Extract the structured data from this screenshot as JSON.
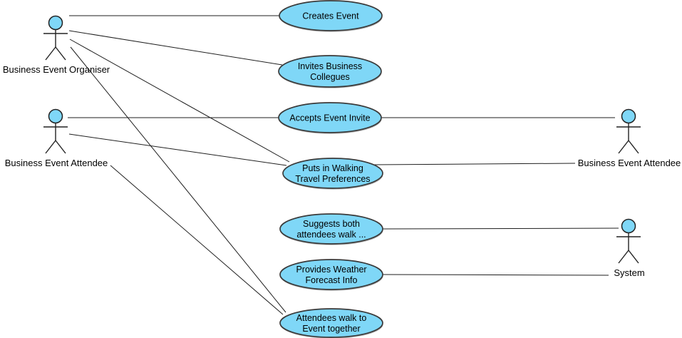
{
  "diagram": {
    "kind": "uml-use-case-diagram",
    "palette": {
      "node_fill": "#7fd7f7",
      "node_stroke": "#3a3a3a",
      "connector_color": "#1f1f1f",
      "text_color": "#000000",
      "background": "#ffffff"
    },
    "actors": [
      {
        "id": "business-event-organiser",
        "label": "Business Event Organiser"
      },
      {
        "id": "business-event-attendee-left",
        "label": "Business Event Attendee"
      },
      {
        "id": "business-event-attendee-right",
        "label": "Business Event Attendee"
      },
      {
        "id": "system",
        "label": "System"
      }
    ],
    "use_cases": [
      {
        "id": "creates-event",
        "lines": [
          "Creates Event"
        ]
      },
      {
        "id": "invites-business-collegues",
        "lines": [
          "Invites Business",
          "Collegues"
        ]
      },
      {
        "id": "accepts-event-invite",
        "lines": [
          "Accepts Event Invite"
        ]
      },
      {
        "id": "puts-in-walking-travel-preferences",
        "lines": [
          "Puts in Walking",
          "Travel Preferences"
        ]
      },
      {
        "id": "suggests-both-attendees-walk",
        "lines": [
          "Suggests both",
          "attendees walk ..."
        ]
      },
      {
        "id": "provides-weather-forecast-info",
        "lines": [
          "Provides Weather",
          "Forecast Info"
        ]
      },
      {
        "id": "attendees-walk-to-event-together",
        "lines": [
          "Attendees walk to",
          "Event together"
        ]
      }
    ],
    "associations": [
      {
        "from": "business-event-organiser",
        "to": "creates-event"
      },
      {
        "from": "business-event-organiser",
        "to": "invites-business-collegues"
      },
      {
        "from": "business-event-organiser",
        "to": "puts-in-walking-travel-preferences"
      },
      {
        "from": "business-event-organiser",
        "to": "attendees-walk-to-event-together"
      },
      {
        "from": "business-event-attendee-left",
        "to": "accepts-event-invite"
      },
      {
        "from": "business-event-attendee-left",
        "to": "puts-in-walking-travel-preferences"
      },
      {
        "from": "business-event-attendee-left",
        "to": "attendees-walk-to-event-together"
      },
      {
        "from": "business-event-attendee-right",
        "to": "accepts-event-invite"
      },
      {
        "from": "business-event-attendee-right",
        "to": "puts-in-walking-travel-preferences"
      },
      {
        "from": "system",
        "to": "suggests-both-attendees-walk"
      },
      {
        "from": "system",
        "to": "provides-weather-forecast-info"
      }
    ]
  }
}
